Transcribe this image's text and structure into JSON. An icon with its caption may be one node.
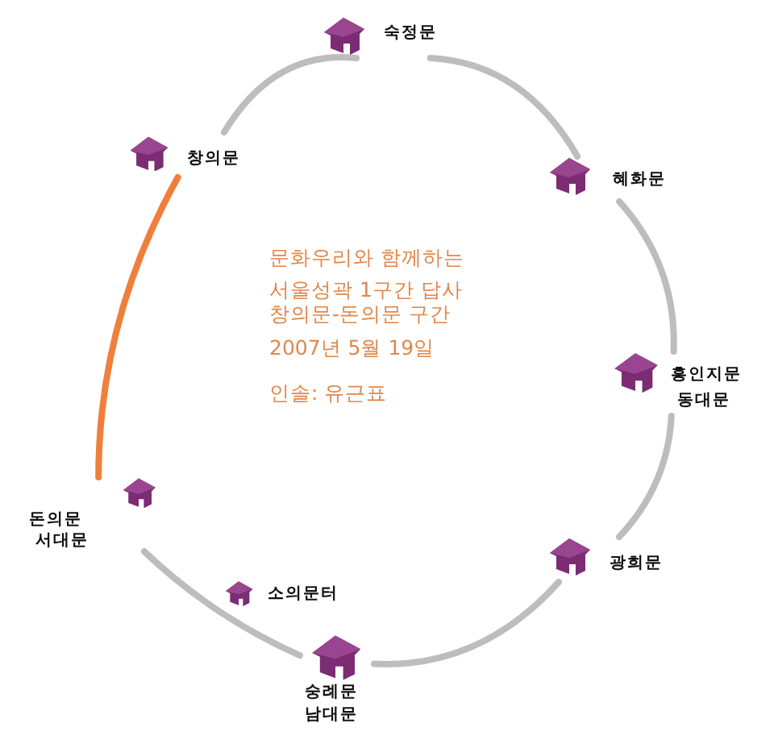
{
  "diagram": {
    "nodes": [
      {
        "text": [
          "숙정문"
        ]
      },
      {
        "text": [
          "창의문"
        ]
      },
      {
        "text": [
          "혜화문"
        ]
      },
      {
        "text": [
          "흥인지문",
          "동대문"
        ]
      },
      {
        "text": [
          "돈의문",
          "서대문"
        ]
      },
      {
        "text": [
          "광희문"
        ]
      },
      {
        "text": [
          "소의문터"
        ]
      },
      {
        "text": [
          "숭례문",
          "남대문"
        ]
      }
    ],
    "edges": [
      {
        "from": 0,
        "to": 1,
        "arrow": "none"
      },
      {
        "from": 0,
        "to": 2,
        "arrow": "none"
      },
      {
        "from": 2,
        "to": 3,
        "arrow": "none"
      },
      {
        "from": 3,
        "to": 5,
        "arrow": "none"
      },
      {
        "from": 5,
        "to": 7,
        "arrow": "none"
      },
      {
        "from": 7,
        "to": 4,
        "arrow": "none"
      },
      {
        "from": 1,
        "to": 4,
        "arrow": "none",
        "color": "#f07f3c"
      }
    ],
    "labels": [
      "문화우리와 함께하는",
      "서울성곽 1구간 답사 창의문-돈의문 구간",
      "2007년 5월 19일",
      "인솔: 유근표"
    ]
  }
}
